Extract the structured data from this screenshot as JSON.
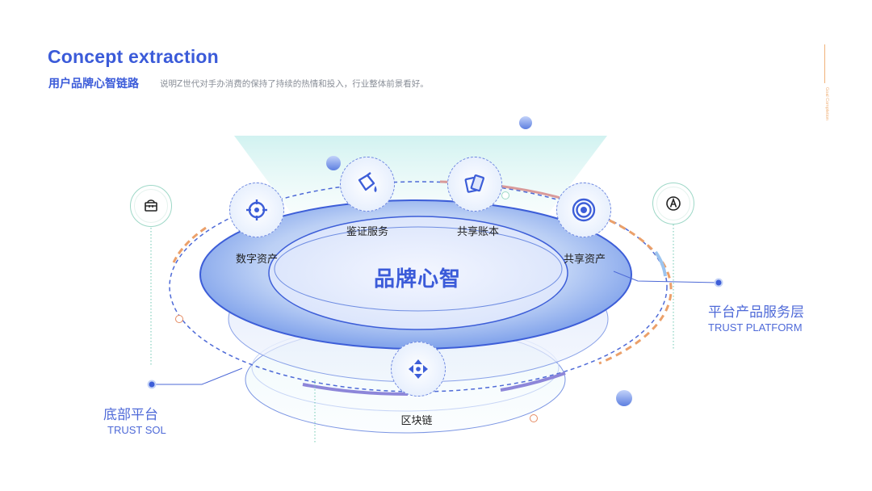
{
  "header": {
    "title": "Concept extraction",
    "subtitle": "用户品牌心智链路",
    "description": "说明Z世代对手办消费的保持了持续的热情和投入，行业整体前景看好。",
    "side_caption": "Goal Completion"
  },
  "core": {
    "label": "品牌心智"
  },
  "nodes": [
    {
      "label": "数字资产",
      "icon": "crosshair-icon"
    },
    {
      "label": "鉴证服务",
      "icon": "paint-bucket-icon"
    },
    {
      "label": "共享账本",
      "icon": "cards-icon"
    },
    {
      "label": "共享资产",
      "icon": "target-icon"
    },
    {
      "label": "区块链",
      "icon": "move-arrows-icon"
    }
  ],
  "side_icons": [
    {
      "icon": "basket-icon"
    },
    {
      "icon": "compass-icon"
    }
  ],
  "layers": {
    "platform": {
      "cn": "平台产品服务层",
      "en": "TRUST PLATFORM"
    },
    "base": {
      "cn": "底部平台",
      "en": "TRUST SOL"
    }
  },
  "colors": {
    "brand_blue": "#3b5bd9",
    "accent_orange": "#f0b27a",
    "teal": "#9ed8c7"
  }
}
